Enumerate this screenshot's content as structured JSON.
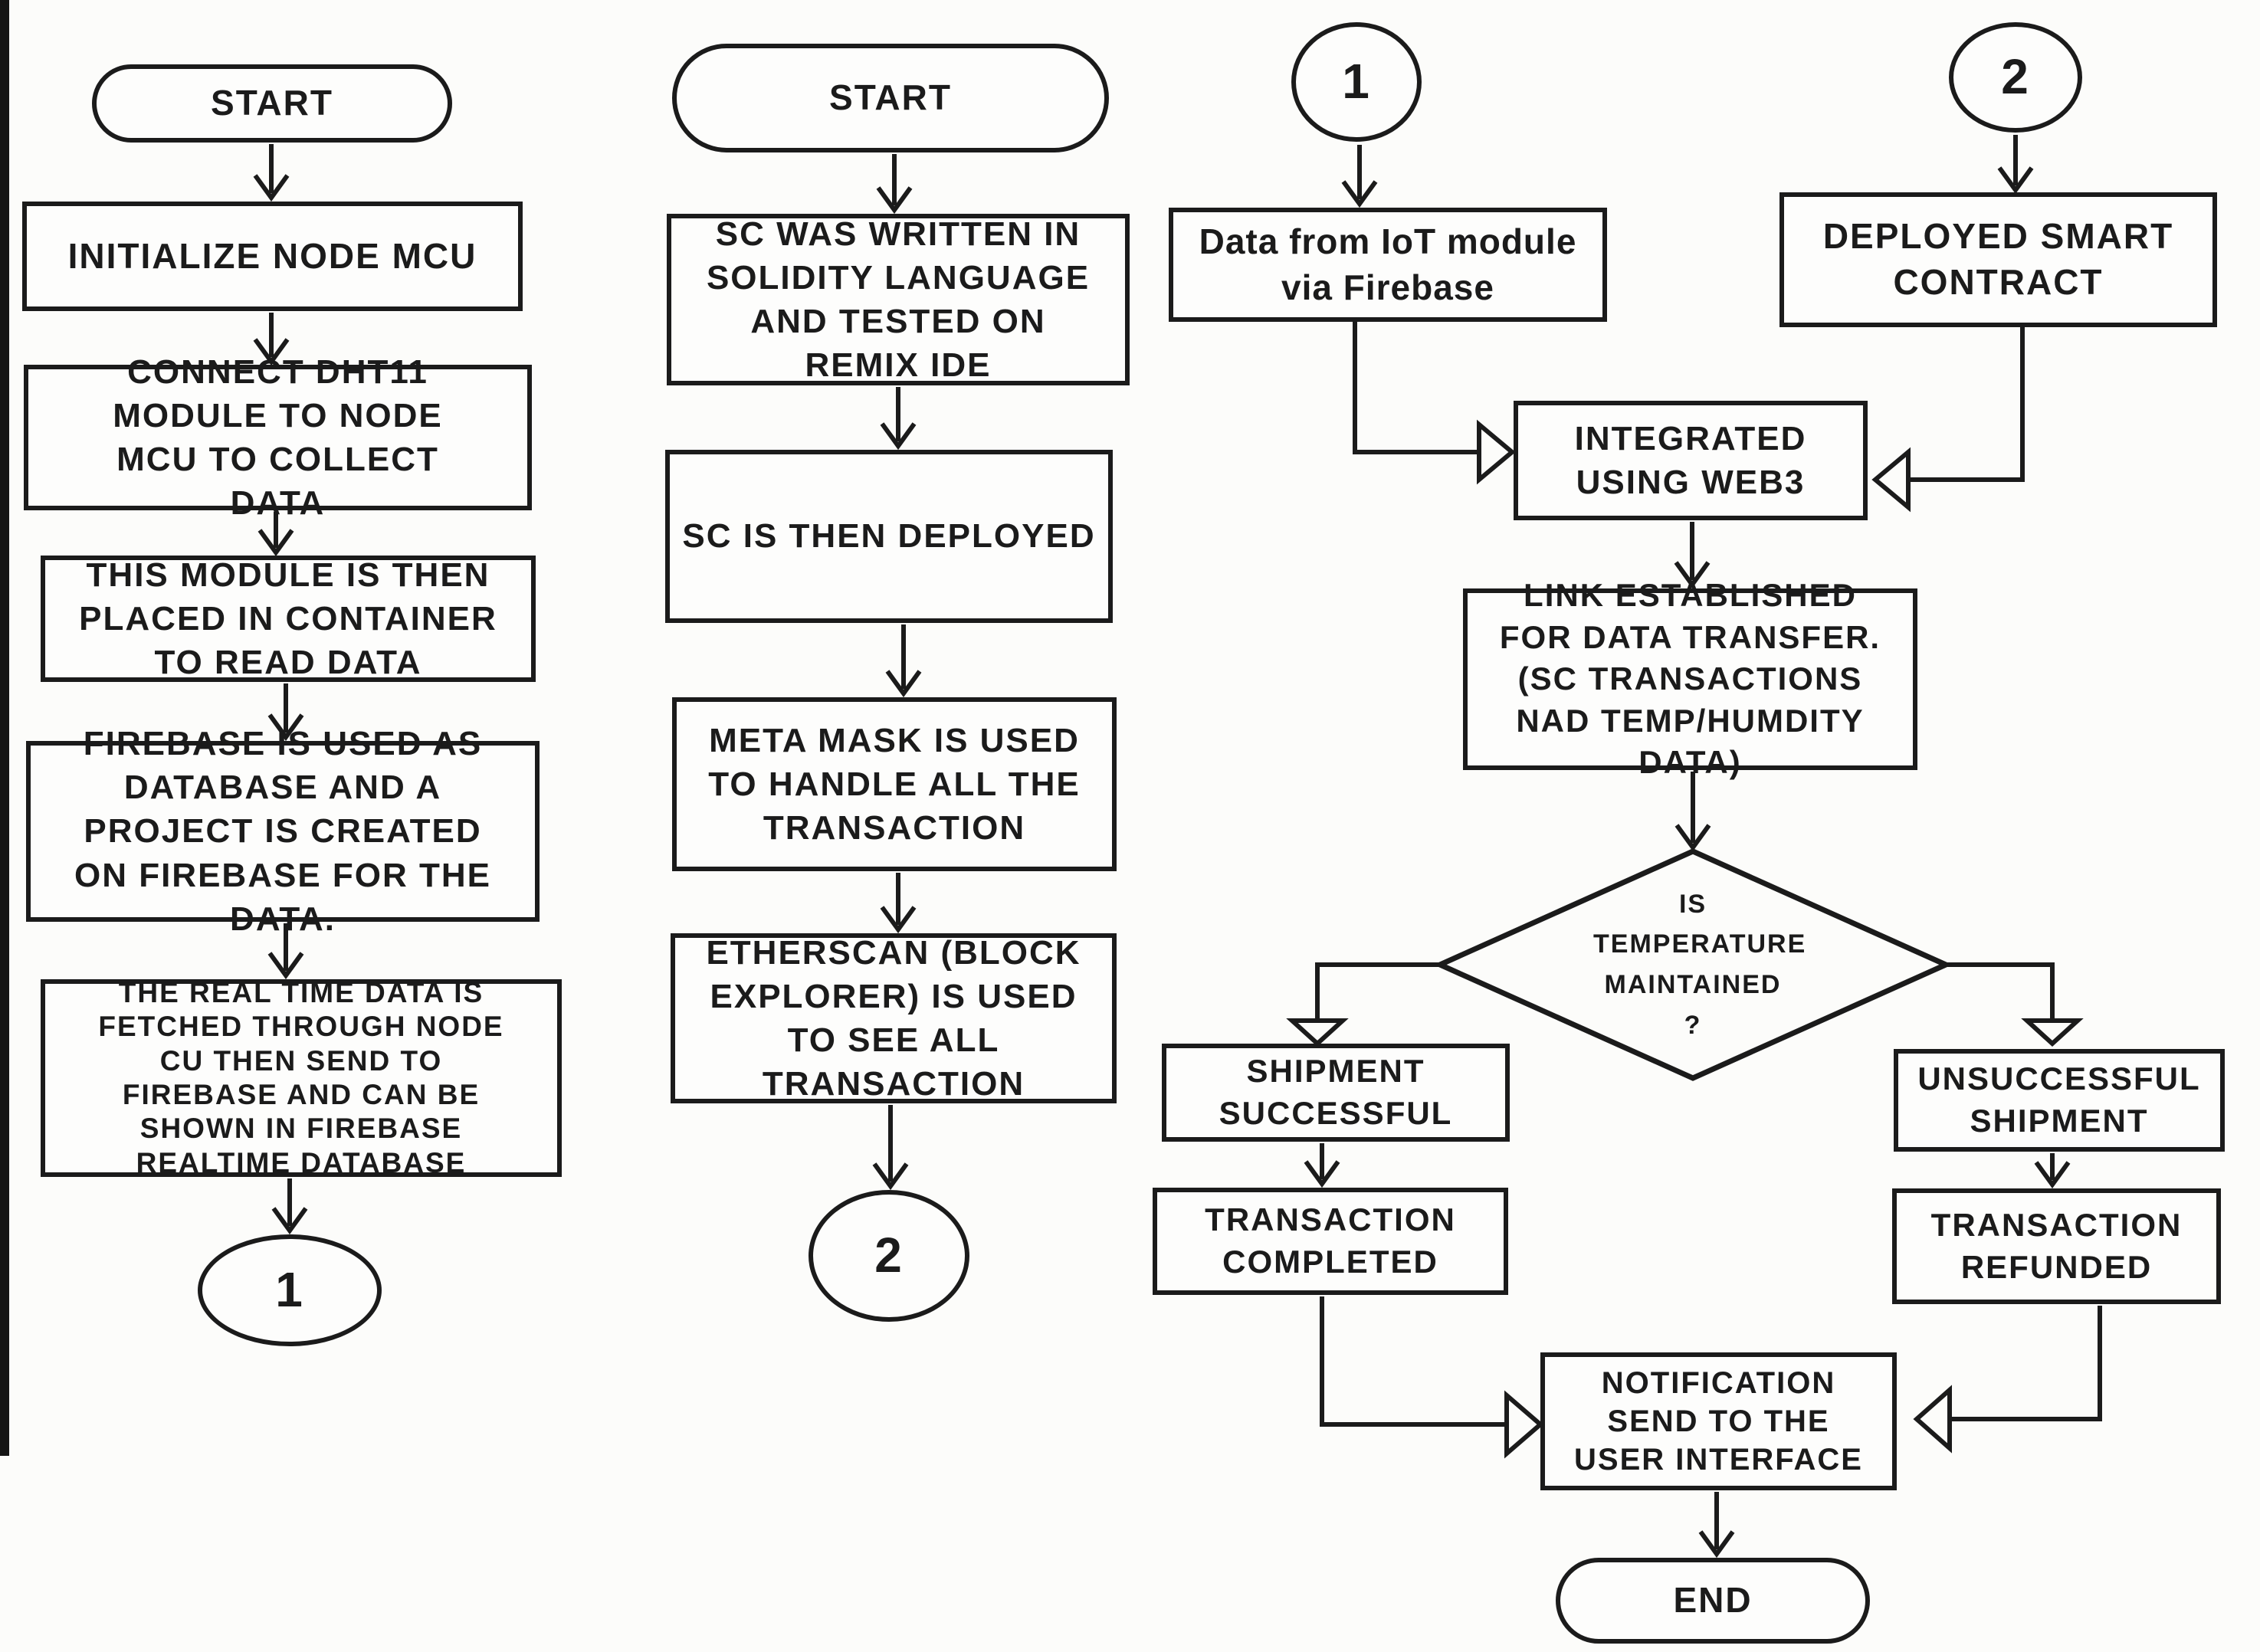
{
  "colors": {
    "ink": "#1b1b1b",
    "paper": "#fcfcfa",
    "node_fill": "#fdfdfc"
  },
  "nodes": {
    "start_iot": {
      "label": "START"
    },
    "initialize_node_mcu": {
      "label": "INITIALIZE NODE MCU"
    },
    "connect_dht11": {
      "label": "CONNECT DHT11 MODULE TO NODE MCU TO COLLECT DATA"
    },
    "module_in_container": {
      "label": "THIS MODULE IS THEN PLACED IN CONTAINER TO READ DATA"
    },
    "firebase_database": {
      "label": "FIREBASE IS USED AS DATABASE AND A PROJECT IS CREATED ON FIREBASE FOR THE DATA."
    },
    "realtime_data": {
      "label": "THE REAL TIME DATA IS FETCHED THROUGH NODE CU THEN SEND TO FIREBASE AND CAN BE SHOWN IN FIREBASE REALTIME DATABASE"
    },
    "offpage_1_out": {
      "label": "1"
    },
    "start_sc": {
      "label": "START"
    },
    "sc_written": {
      "label": "SC WAS WRITTEN IN SOLIDITY LANGUAGE AND TESTED ON REMIX IDE"
    },
    "sc_deployed": {
      "label": "SC IS THEN DEPLOYED"
    },
    "meta_mask": {
      "label": "META MASK IS USED TO HANDLE ALL THE TRANSACTION"
    },
    "etherscan": {
      "label": "ETHERSCAN (BLOCK EXPLORER) IS USED TO SEE ALL TRANSACTION"
    },
    "offpage_2_out": {
      "label": "2"
    },
    "offpage_1_in": {
      "label": "1"
    },
    "iot_data_firebase": {
      "label": "Data from IoT module via Firebase"
    },
    "offpage_2_in": {
      "label": "2"
    },
    "deployed_smart_contract": {
      "label": "DEPLOYED SMART CONTRACT"
    },
    "integrated_web3": {
      "label": "INTEGRATED USING WEB3"
    },
    "link_established": {
      "label": "LINK ESTABLISHED FOR DATA TRANSFER. (SC TRANSACTIONS NAD TEMP/HUMDITY DATA)"
    },
    "is_temperature_maintained": {
      "label": "IS TEMPERATURE MAINTAINED ?"
    },
    "shipment_successful": {
      "label": "SHIPMENT SUCCESSFUL"
    },
    "transaction_completed": {
      "label": "TRANSACTION COMPLETED"
    },
    "unsuccessful_shipment": {
      "label": "UNSUCCESSFUL SHIPMENT"
    },
    "transaction_refunded": {
      "label": "TRANSACTION REFUNDED"
    },
    "notification_user_interface": {
      "label": "NOTIFICATION SEND TO THE USER INTERFACE"
    },
    "end_node": {
      "label": "END"
    }
  }
}
